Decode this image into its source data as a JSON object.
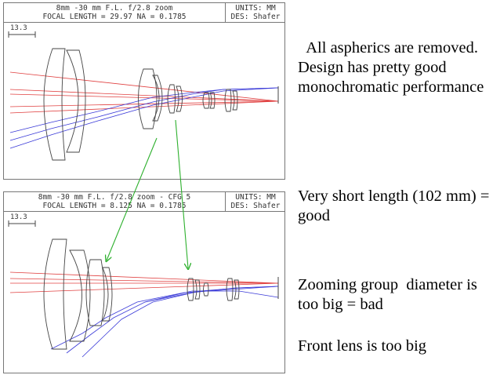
{
  "panels": [
    {
      "header_line1": "8mm -30 mm F.L. f/2.8 zoom",
      "header_line2": "FOCAL LENGTH = 29.97  NA = 0.1785",
      "units": "UNITS: MM",
      "designer": "DES: Shafer",
      "scale_label": "13.3"
    },
    {
      "header_line1": "8mm -30 mm F.L. f/2.8 zoom - CFG 5",
      "header_line2": "FOCAL LENGTH = 8.125  NA = 0.1785",
      "units": "UNITS: MM",
      "designer": "DES: Shafer",
      "scale_label": "13.3"
    }
  ],
  "notes": [
    "  All aspherics are removed.  Design has pretty good monochromatic performance",
    "Very short length (102 mm) = good",
    "Zooming group  diameter is too big = bad",
    "Front lens is too big"
  ],
  "colors": {
    "red_rays": "#e04040",
    "blue_rays": "#3a3ad8",
    "arrows": "#2db02d",
    "lens_lines": "#444444"
  }
}
